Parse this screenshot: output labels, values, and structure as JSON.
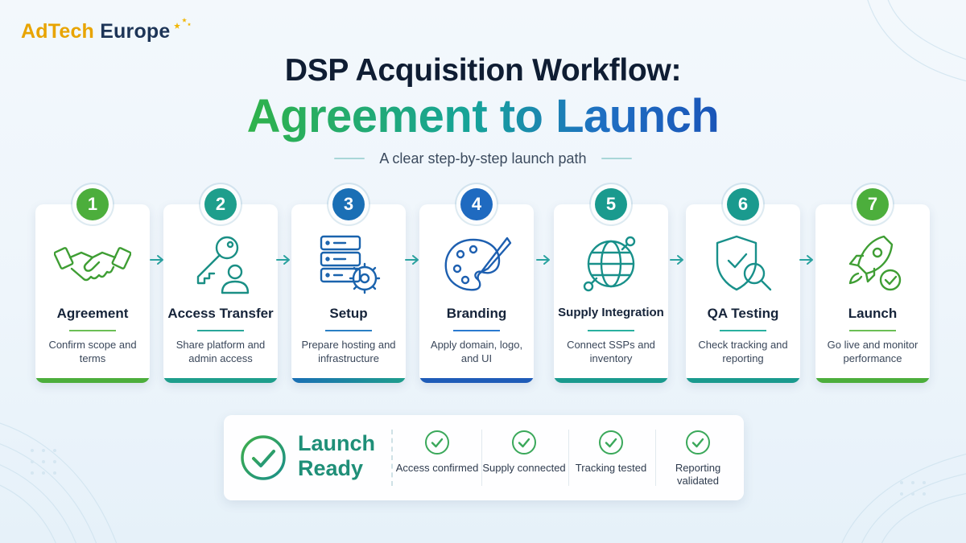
{
  "brand": {
    "name_part1": "AdTech",
    "name_part2": "Europe"
  },
  "title": {
    "line1": "DSP Acquisition Workflow:",
    "line2": "Agreement to Launch",
    "subtitle": "A clear step-by-step launch path"
  },
  "steps": [
    {
      "number": "1",
      "title": "Agreement",
      "desc": "Confirm scope and terms",
      "icon": "handshake-icon",
      "color": "#4cae3c"
    },
    {
      "number": "2",
      "title": "Access Transfer",
      "desc": "Share platform and admin access",
      "icon": "key-user-icon",
      "color": "#1e9e8c"
    },
    {
      "number": "3",
      "title": "Setup",
      "desc": "Prepare hosting and infrastructure",
      "icon": "server-gear-icon",
      "color": "#1a6fb5"
    },
    {
      "number": "4",
      "title": "Branding",
      "desc": "Apply domain, logo, and UI",
      "icon": "palette-icon",
      "color": "#1f6ac0"
    },
    {
      "number": "5",
      "title": "Supply Integration",
      "desc": "Connect SSPs and inventory",
      "icon": "globe-network-icon",
      "color": "#1a9a8e"
    },
    {
      "number": "6",
      "title": "QA Testing",
      "desc": "Check tracking and reporting",
      "icon": "shield-search-icon",
      "color": "#1a9a8e"
    },
    {
      "number": "7",
      "title": "Launch",
      "desc": "Go live and monitor performance",
      "icon": "rocket-check-icon",
      "color": "#4cae3c"
    }
  ],
  "launch_ready": {
    "title": "Launch Ready",
    "checks": [
      {
        "label": "Access confirmed"
      },
      {
        "label": "Supply connected"
      },
      {
        "label": "Tracking tested"
      },
      {
        "label": "Reporting validated"
      }
    ]
  },
  "colors": {
    "green": "#4cae3c",
    "teal": "#1a9a8e",
    "blue": "#1a6fb5",
    "navy": "#0f1d33",
    "gold": "#e8a400"
  }
}
